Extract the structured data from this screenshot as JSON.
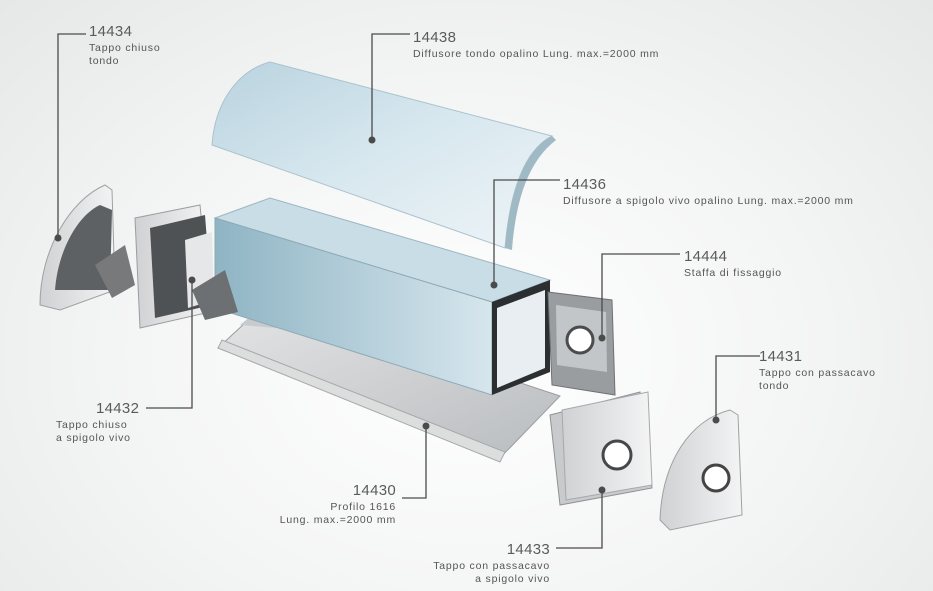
{
  "parts": [
    {
      "code": "14434",
      "desc": [
        "Tappo chiuso",
        "tondo"
      ]
    },
    {
      "code": "14438",
      "desc": [
        "Diffusore tondo opalino Lung. max.=2000 mm"
      ]
    },
    {
      "code": "14436",
      "desc": [
        "Diffusore a spigolo vivo opalino Lung. max.=2000 mm"
      ]
    },
    {
      "code": "14444",
      "desc": [
        "Staffa di fissaggio"
      ]
    },
    {
      "code": "14431",
      "desc": [
        "Tappo con passacavo",
        "tondo"
      ]
    },
    {
      "code": "14432",
      "desc": [
        "Tappo chiuso",
        "a spigolo vivo"
      ]
    },
    {
      "code": "14430",
      "desc": [
        "Profilo 1616",
        "Lung. max.=2000 mm"
      ]
    },
    {
      "code": "14433",
      "desc": [
        "Tappo con passacavo",
        "a spigolo vivo"
      ]
    }
  ]
}
